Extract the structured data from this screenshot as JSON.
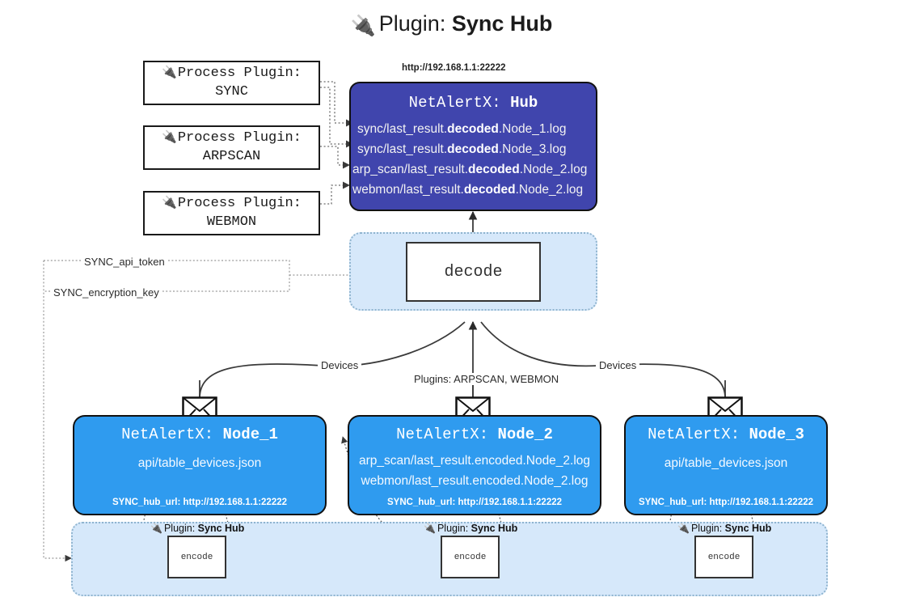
{
  "title": {
    "icon": "plug-icon",
    "lead": "Plugin: ",
    "strong": "Sync Hub"
  },
  "process_plugins": [
    {
      "icon": "plug-icon",
      "line1": "Process Plugin:",
      "line2": "SYNC"
    },
    {
      "icon": "plug-icon",
      "line1": "Process Plugin:",
      "line2": "ARPSCAN"
    },
    {
      "icon": "plug-icon",
      "line1": "Process Plugin:",
      "line2": "WEBMON"
    }
  ],
  "hub": {
    "url_caption": "http://192.168.1.1:22222",
    "title_prefix": "NetAlertX: ",
    "title_name": "Hub",
    "logs": [
      {
        "pre": "sync/last_result.",
        "mid": "decoded",
        "post": ".Node_1.log"
      },
      {
        "pre": "sync/last_result.",
        "mid": "decoded",
        "post": ".Node_3.log"
      },
      {
        "pre": "arp_scan/last_result.",
        "mid": "decoded",
        "post": ".Node_2.log"
      },
      {
        "pre": "webmon/last_result.",
        "mid": "decoded",
        "post": ".Node_2.log"
      }
    ]
  },
  "decode": {
    "label": "decode"
  },
  "secrets": [
    {
      "label": "SYNC_api_token"
    },
    {
      "label": "SYNC_encryption_key"
    }
  ],
  "edge_labels": {
    "devices_left": "Devices",
    "devices_right": "Devices",
    "plugins_middle": "Plugins: ARPSCAN, WEBMON"
  },
  "nodes": [
    {
      "icon": "envelope-icon",
      "title_prefix": "NetAlertX: ",
      "title_name": "Node_1",
      "lines": [
        "api/table_devices.json"
      ],
      "url": "SYNC_hub_url: http://192.168.1.1:22222"
    },
    {
      "icon": "envelope-icon",
      "title_prefix": "NetAlertX: ",
      "title_name": "Node_2",
      "lines": [
        "arp_scan/last_result.encoded.Node_2.log",
        "webmon/last_result.encoded.Node_2.log"
      ],
      "url": "SYNC_hub_url: http://192.168.1.1:22222"
    },
    {
      "icon": "envelope-icon",
      "title_prefix": "NetAlertX: ",
      "title_name": "Node_3",
      "lines": [
        "api/table_devices.json"
      ],
      "url": "SYNC_hub_url: http://192.168.1.1:22222"
    }
  ],
  "encoders": [
    {
      "plugin_icon": "plug-icon",
      "plugin_lead": "Plugin: ",
      "plugin_strong": "Sync Hub",
      "label": "encode"
    },
    {
      "plugin_icon": "plug-icon",
      "plugin_lead": "Plugin: ",
      "plugin_strong": "Sync Hub",
      "label": "encode"
    },
    {
      "plugin_icon": "plug-icon",
      "plugin_lead": "Plugin: ",
      "plugin_strong": "Sync Hub",
      "label": "encode"
    }
  ],
  "colors": {
    "hub": "#4045ad",
    "node": "#2f9bef",
    "container": "#d6e8fa",
    "container_border": "#8fb4cf",
    "stroke": "#333333",
    "page": "#ffffff"
  }
}
